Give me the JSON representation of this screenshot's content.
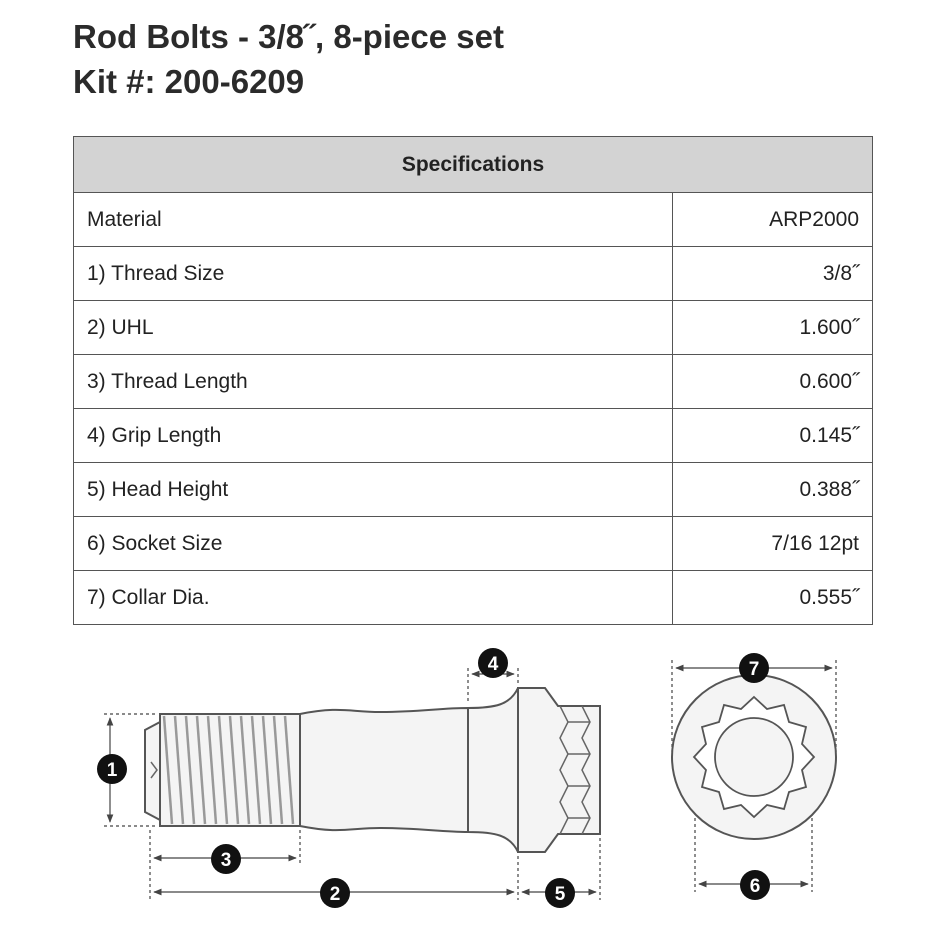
{
  "product": {
    "title_line1": "Rod Bolts - 3/8˝, 8-piece set",
    "title_line2": "Kit #: 200-6209"
  },
  "specs": {
    "header": "Specifications",
    "rows": [
      {
        "label": "Material",
        "value": "ARP2000"
      },
      {
        "label": "1) Thread Size",
        "value": "3/8˝"
      },
      {
        "label": "2) UHL",
        "value": "1.600˝"
      },
      {
        "label": "3) Thread Length",
        "value": "0.600˝"
      },
      {
        "label": "4) Grip Length",
        "value": "0.145˝"
      },
      {
        "label": "5) Head Height",
        "value": "0.388˝"
      },
      {
        "label": "6) Socket Size",
        "value": "7/16 12pt"
      },
      {
        "label": "7) Collar Dia.",
        "value": "0.555˝"
      }
    ]
  },
  "diagram": {
    "callouts": [
      "1",
      "2",
      "3",
      "4",
      "5",
      "6",
      "7"
    ],
    "colors": {
      "line": "#555555",
      "fill": "#f4f4f4",
      "callout": "#111111"
    }
  }
}
